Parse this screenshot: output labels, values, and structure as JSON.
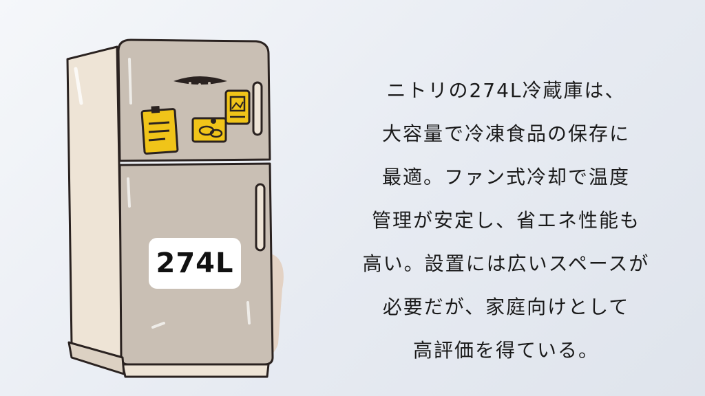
{
  "fridge": {
    "capacity_label": "274L",
    "colors": {
      "body": "#c9bfb4",
      "side": "#eee4d6",
      "outline": "#2a2220",
      "magnet": "#f0c419",
      "shadow": "#e3d2c4"
    },
    "icons": [
      "refrigerator-icon",
      "note-magnet-icon",
      "photo-magnet-icon",
      "badge-magnet-icon"
    ]
  },
  "description": {
    "lines": [
      "ニトリの274L冷蔵庫は、",
      "大容量で冷凍食品の保存に",
      "最適。ファン式冷却で温度",
      "管理が安定し、省エネ性能も",
      "高い。設置には広いスペースが",
      "必要だが、家庭向けとして",
      "高評価を得ている。"
    ]
  }
}
